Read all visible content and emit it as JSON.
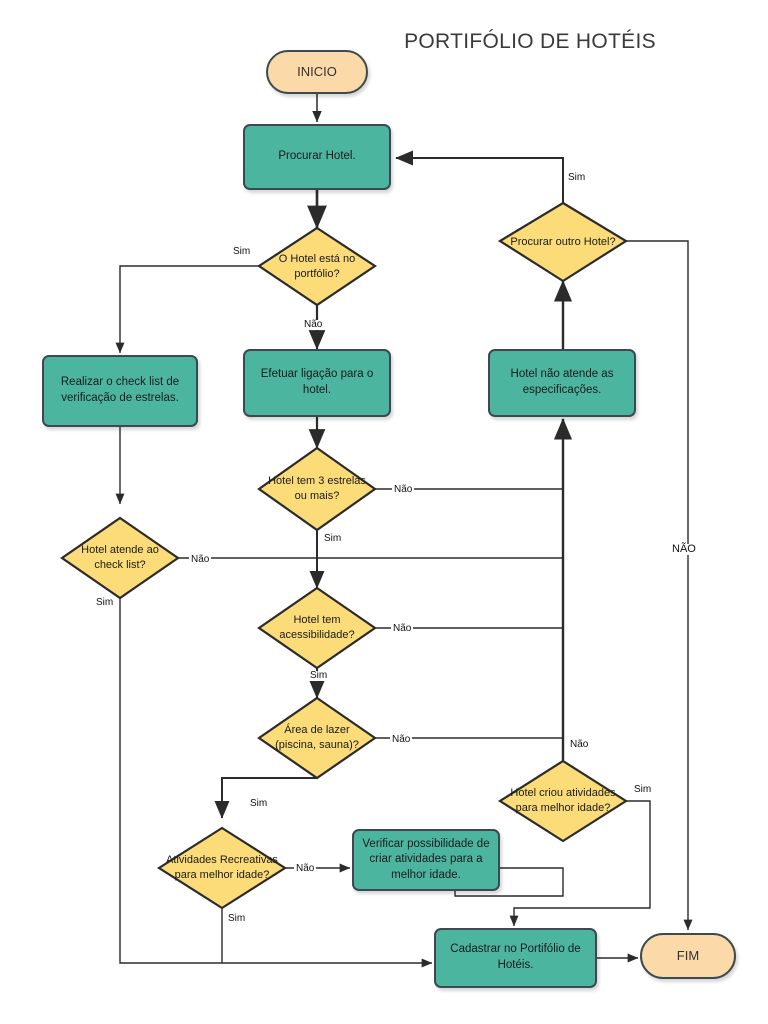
{
  "page": {
    "title": "PORTIFÓLIO DE HOTÉIS",
    "background": "#ffffff",
    "process_color": "#4cb5a0",
    "decision_color": "#fbdc79",
    "terminator_color": "#fbd9a8",
    "stroke_color": "#3c4a4f"
  },
  "nodes": {
    "inicio": {
      "label": "INICIO",
      "type": "terminator"
    },
    "procurar_hotel": {
      "label": "Procurar  Hotel.",
      "type": "process"
    },
    "hotel_portfolio": {
      "label": "O Hotel está no portfólio?",
      "type": "decision"
    },
    "check_list": {
      "label": "Realizar o check list de verificação de estrelas.",
      "type": "process"
    },
    "efetuar_ligacao": {
      "label": "Efetuar ligação para o hotel.",
      "type": "process"
    },
    "hotel_nao_atende": {
      "label": "Hotel não atende as especificações.",
      "type": "process"
    },
    "procurar_outro": {
      "label": "Procurar outro Hotel?",
      "type": "decision"
    },
    "tres_estrelas": {
      "label": "Hotel tem 3 estrelas ou mais?",
      "type": "decision"
    },
    "atende_check": {
      "label": "Hotel atende ao check list?",
      "type": "decision"
    },
    "acessibilidade": {
      "label": "Hotel tem acessibilidade?",
      "type": "decision"
    },
    "area_lazer": {
      "label": "Área de lazer (piscina, sauna)?",
      "type": "decision"
    },
    "hotel_criou": {
      "label": "Hotel criou atividades para melhor idade?",
      "type": "decision"
    },
    "atividades_rec": {
      "label": "Atividades Recreativas para melhor idade?",
      "type": "decision"
    },
    "verificar_poss": {
      "label": "Verificar possibilidade de criar atividades para a melhor idade.",
      "type": "process"
    },
    "cadastrar": {
      "label": "Cadastrar no Portifólio de Hotéis.",
      "type": "process"
    },
    "fim": {
      "label": "FIM",
      "type": "terminator"
    }
  },
  "edge_labels": {
    "portfolio_sim": "Sim",
    "portfolio_nao": "Não",
    "estrelas_nao": "Não",
    "estrelas_sim": "Sim",
    "check_nao": "Não",
    "check_sim": "Sim",
    "acess_nao": "Não",
    "acess_sim": "Sim",
    "lazer_nao": "Não",
    "lazer_sim": "Sim",
    "recreativas_nao": "Não",
    "recreativas_sim": "Sim",
    "criou_nao": "Não",
    "criou_sim": "Sim",
    "procurar_outro_sim": "Sim",
    "procurar_outro_nao": "NÃO"
  }
}
